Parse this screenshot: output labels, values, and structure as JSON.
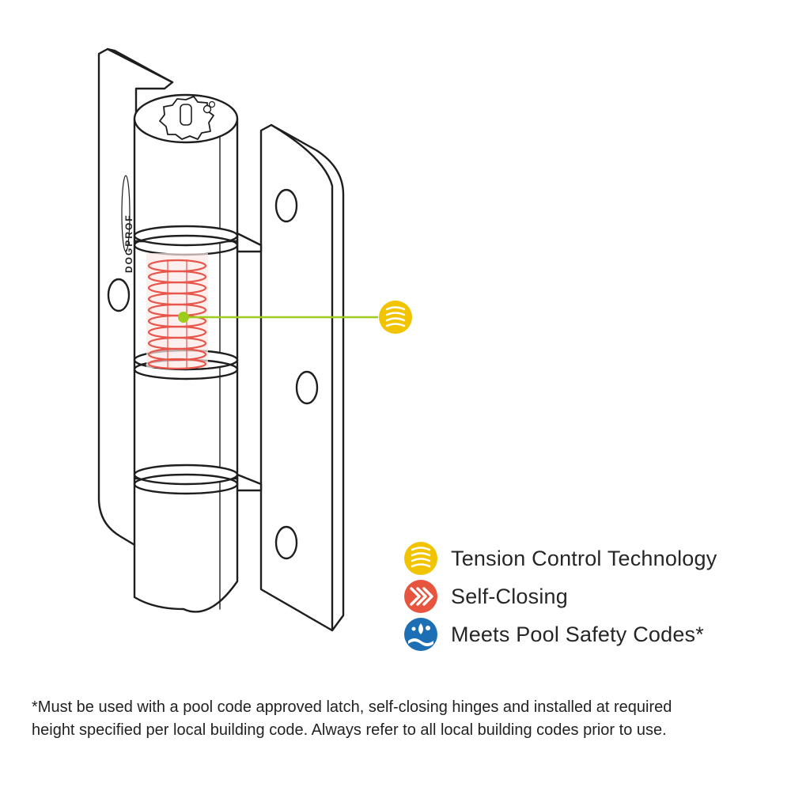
{
  "brand_mark": "DOGPROF",
  "legend": [
    {
      "icon": "spring-icon",
      "label": "Tension Control Technology",
      "color": "#f2c400"
    },
    {
      "icon": "self-closing-icon",
      "label": "Self-Closing",
      "color": "#e8553e"
    },
    {
      "icon": "pool-wave-icon",
      "label": "Meets Pool Safety Codes*",
      "color": "#1c6fb5"
    }
  ],
  "footnote": {
    "line1": "*Must be used with a pool code approved latch, self-closing hinges and installed at required",
    "line2": "height specified per local building code. Always refer to all local building codes prior to use."
  },
  "colors": {
    "outline": "#1e1e1e",
    "spring_highlight": "#e8554a",
    "callout_line": "#9ccd1b"
  }
}
